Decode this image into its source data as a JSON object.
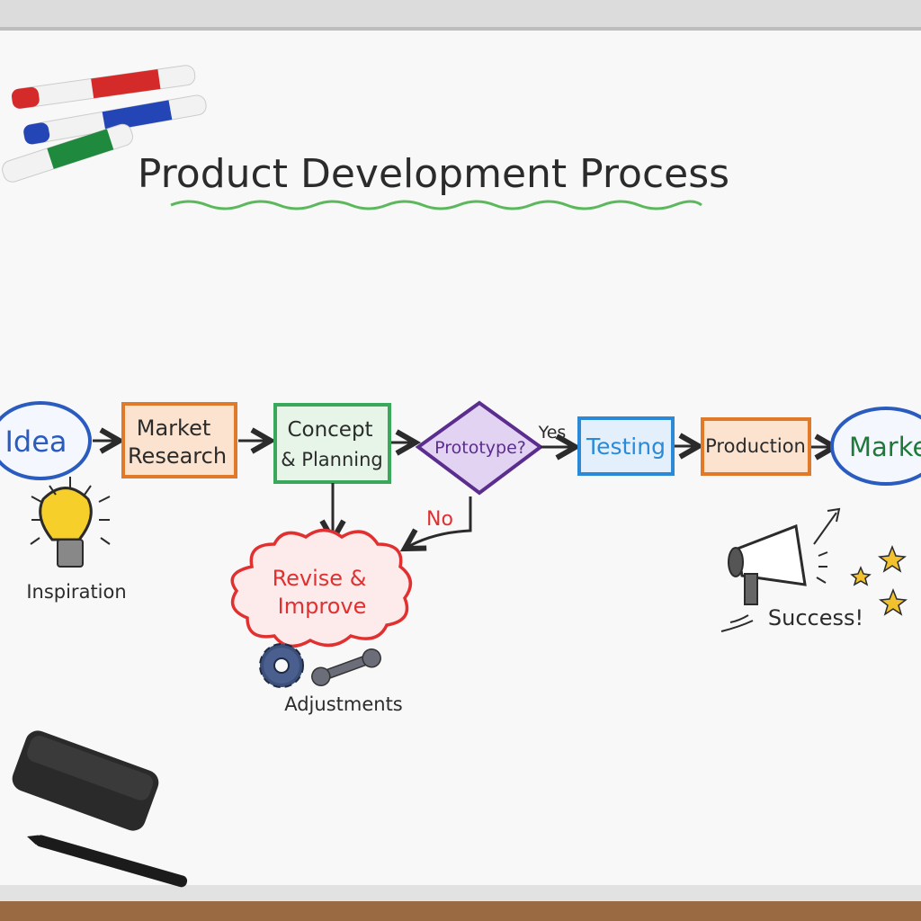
{
  "title": "Product Development Process",
  "colors": {
    "board": "#f8f8f8",
    "title_underline": "#5cb85c",
    "blue": "#2a5bbf",
    "orange": "#e07a2a",
    "green": "#3aa85a",
    "purple": "#5b2d8e",
    "light_blue": "#2a8ad8",
    "red": "#e03030"
  },
  "nodes": {
    "idea": "Idea",
    "market_research": [
      "Market",
      "Research"
    ],
    "concept_planning": [
      "Concept",
      "& Planning"
    ],
    "prototype": "Prototype?",
    "testing": "Testing",
    "production": "Production",
    "market": "Market",
    "revise_improve": [
      "Revise &",
      "Improve"
    ]
  },
  "edge_labels": {
    "yes": "Yes",
    "no": "No"
  },
  "annotations": {
    "inspiration": "Inspiration",
    "adjustments": "Adjustments",
    "success": "Success!"
  },
  "icons": [
    "lightbulb-icon",
    "gear-icon",
    "wrench-icon",
    "megaphone-icon",
    "star-icon",
    "marker-icon",
    "eraser-icon"
  ]
}
